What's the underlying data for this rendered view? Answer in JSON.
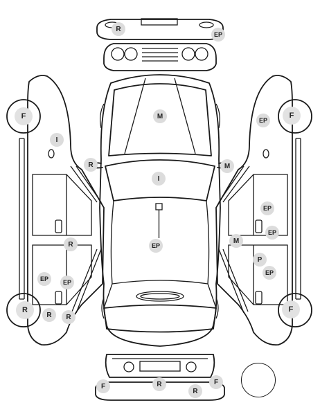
{
  "markers": [
    {
      "id": "rear-bumper-top-r",
      "label": "R",
      "zone": "rear-top"
    },
    {
      "id": "rear-bumper-top-ep",
      "label": "EP",
      "zone": "rear-top"
    },
    {
      "id": "roof-m",
      "label": "M",
      "zone": "roof"
    },
    {
      "id": "windshield-i",
      "label": "I",
      "zone": "windshield"
    },
    {
      "id": "mirror-left-r",
      "label": "R",
      "zone": "mirror-left"
    },
    {
      "id": "mirror-right-m",
      "label": "M",
      "zone": "mirror-right"
    },
    {
      "id": "hood-ep",
      "label": "EP",
      "zone": "hood"
    },
    {
      "id": "left-front-wheel-f",
      "label": "F",
      "zone": "left-front-wheel"
    },
    {
      "id": "left-rear-pillar-i",
      "label": "I",
      "zone": "left-side"
    },
    {
      "id": "left-door-gap-r",
      "label": "R",
      "zone": "left-side"
    },
    {
      "id": "left-rear-door-ep",
      "label": "EP",
      "zone": "left-side"
    },
    {
      "id": "left-rear-door-ep-2",
      "label": "EP",
      "zone": "left-side"
    },
    {
      "id": "left-rear-wheel-r",
      "label": "R",
      "zone": "left-rear-wheel"
    },
    {
      "id": "left-sill-r",
      "label": "R",
      "zone": "left-side"
    },
    {
      "id": "left-sill-r-2",
      "label": "R",
      "zone": "left-side"
    },
    {
      "id": "right-fender-ep",
      "label": "EP",
      "zone": "right-side"
    },
    {
      "id": "right-front-wheel-f",
      "label": "F",
      "zone": "right-front-wheel"
    },
    {
      "id": "right-rear-door-ep",
      "label": "EP",
      "zone": "right-side"
    },
    {
      "id": "right-rear-door-ep-2",
      "label": "EP",
      "zone": "right-side"
    },
    {
      "id": "right-door-gap-m",
      "label": "M",
      "zone": "right-side"
    },
    {
      "id": "right-front-door-p",
      "label": "P",
      "zone": "right-side"
    },
    {
      "id": "right-front-door-ep",
      "label": "EP",
      "zone": "right-side"
    },
    {
      "id": "right-rear-wheel-f",
      "label": "F",
      "zone": "right-rear-wheel"
    },
    {
      "id": "front-bumper-f-left",
      "label": "F",
      "zone": "front-bottom"
    },
    {
      "id": "front-bumper-r",
      "label": "R",
      "zone": "front-bottom"
    },
    {
      "id": "front-bumper-r-2",
      "label": "R",
      "zone": "front-bottom"
    },
    {
      "id": "front-bumper-f-right",
      "label": "F",
      "zone": "front-bottom"
    }
  ]
}
